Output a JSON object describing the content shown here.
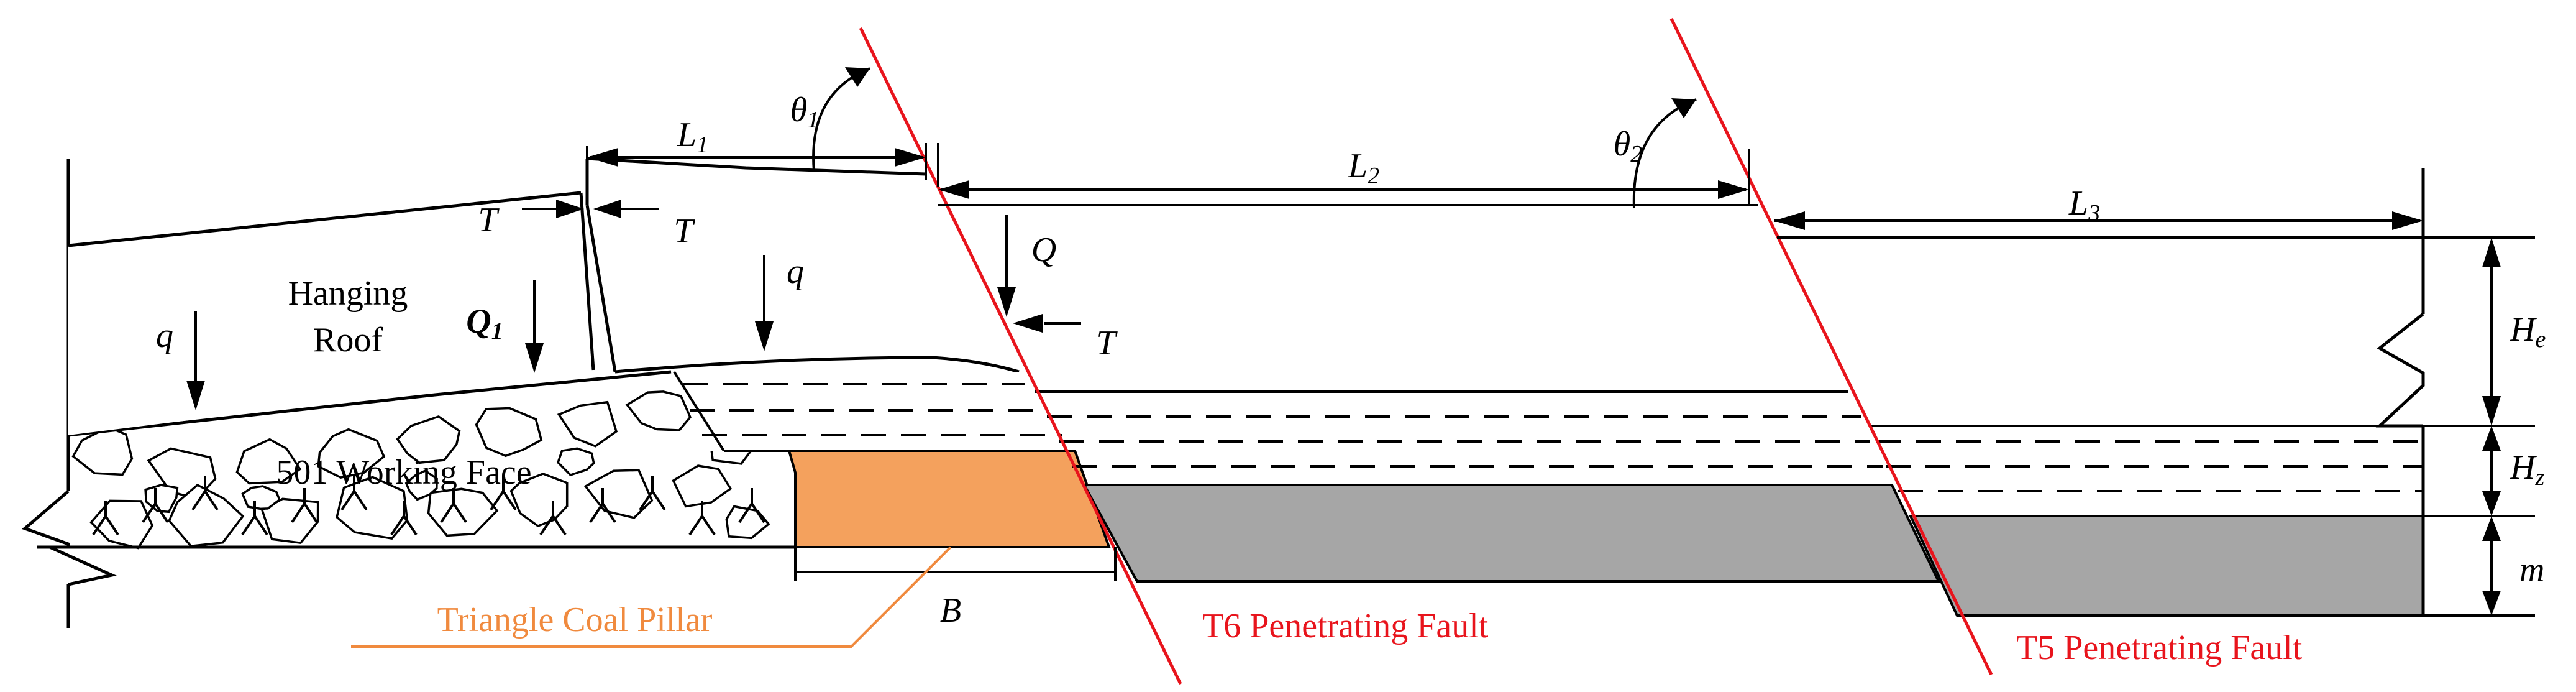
{
  "labels": {
    "hanging_roof_line1": "Hanging",
    "hanging_roof_line2": "Roof",
    "working_face": "501 Working Face",
    "coal_pillar": "Triangle Coal Pillar",
    "fault_t6": "T6 Penetrating Fault",
    "fault_t5": "T5 Penetrating Fault",
    "L1": "L",
    "L1_sub": "1",
    "L2": "L",
    "L2_sub": "2",
    "L3": "L",
    "L3_sub": "3",
    "theta1": "θ",
    "theta1_sub": "1",
    "theta2": "θ",
    "theta2_sub": "2",
    "T_left": "T",
    "T_right": "T",
    "T_fault": "T",
    "q_left": "q",
    "q_mid": "q",
    "Q1": "Q",
    "Q1_sub": "1",
    "Q": "Q",
    "He": "H",
    "He_sub": "e",
    "Hz": "H",
    "Hz_sub": "z",
    "m": "m",
    "B": "B"
  },
  "colors": {
    "fault": "#e8141c",
    "coal_pillar": "#f4a15d",
    "coal_seam": "#a6a6a6",
    "line": "#000000"
  }
}
